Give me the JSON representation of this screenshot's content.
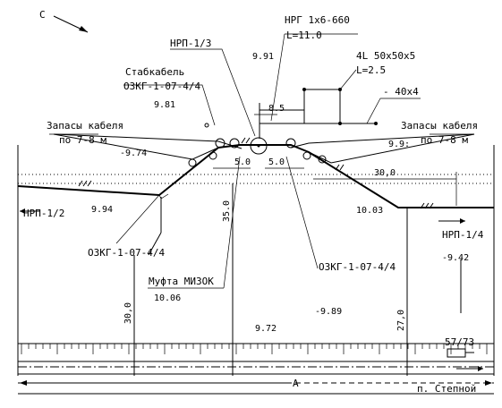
{
  "north_label": "С",
  "elevations": {
    "e_9_91": "9.91",
    "e_9_81": "9.81",
    "e_9_74": "-9.74",
    "e_9_9": "9.9:",
    "e_9_94": "9.94",
    "e_10_03": "10.03",
    "e_9_42": "-9.42",
    "e_10_06": "10.06",
    "e_9_72": "9.72",
    "e_9_89": "-9.89"
  },
  "callouts": {
    "nrp_1_3": "НРП-1/3",
    "nrg_line1": "НРГ 1х6-660",
    "nrg_line2": "L=11.0",
    "angle_line1": "4L 50х50х5",
    "angle_line2": "L=2.5",
    "strip": "- 40х4",
    "stabkabel": "Стабкабель",
    "ozkg_top": "ОЗКГ-1-07-4/4",
    "reserve_left_1": "Запасы кабеля",
    "reserve_left_2": "по 7-8 м",
    "reserve_right_1": "Запасы кабеля",
    "reserve_right_2": "по 7-8 м",
    "nrp_1_2": "НРП-1/2",
    "nrp_1_4": "НРП-1/4",
    "ozkg_left": "ОЗКГ-1-07-4/4",
    "ozkg_right": "ОЗКГ-1-07-4/4",
    "mufta": "Муфта МИЗОК",
    "station": "57/73",
    "station_name": "п. Степной",
    "axis_a": "А"
  },
  "dimensions": {
    "d_8_5": "8.5",
    "d_5_0_left": "5.0",
    "d_5_0_right": "5.0",
    "d_30_0_top": "30,0",
    "d_35_0": "35.0",
    "d_30_0_left": "30,0",
    "d_27_0": "27,0"
  }
}
